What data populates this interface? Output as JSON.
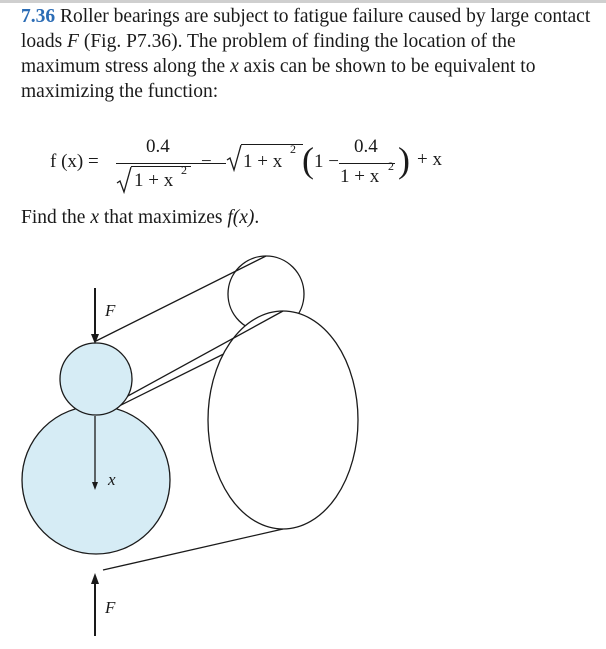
{
  "problem": {
    "number": "7.36",
    "statement_part1": "Roller bearings are subject to fatigue failure caused by large contact loads ",
    "load_symbol": "F",
    "statement_part2": " (Fig. P7.36). The problem of finding the location of the maximum stress along the ",
    "axis_symbol": "x",
    "statement_part3": " axis can be shown to be equivalent to maximizing the function:"
  },
  "equation": {
    "lhs": "f (x) =",
    "frac1_num": "0.4",
    "frac1_den": "1 + x",
    "minus": "−",
    "sqrt_arg": "1 + x",
    "open_paren": "(",
    "one_minus": "1 −",
    "frac2_num": "0.4",
    "frac2_den": "1 + x",
    "close_paren": ")",
    "exponent": "2",
    "tail": "+ x"
  },
  "find": {
    "part1": "Find the ",
    "var": "x",
    "part2": " that maximizes ",
    "func": "f(x)",
    "part3": "."
  },
  "figure": {
    "label_top_force": "F",
    "label_axis": "x",
    "label_bottom_force": "F",
    "fill_color": "#d6ecf5",
    "stroke_color": "#1a1a1a"
  }
}
